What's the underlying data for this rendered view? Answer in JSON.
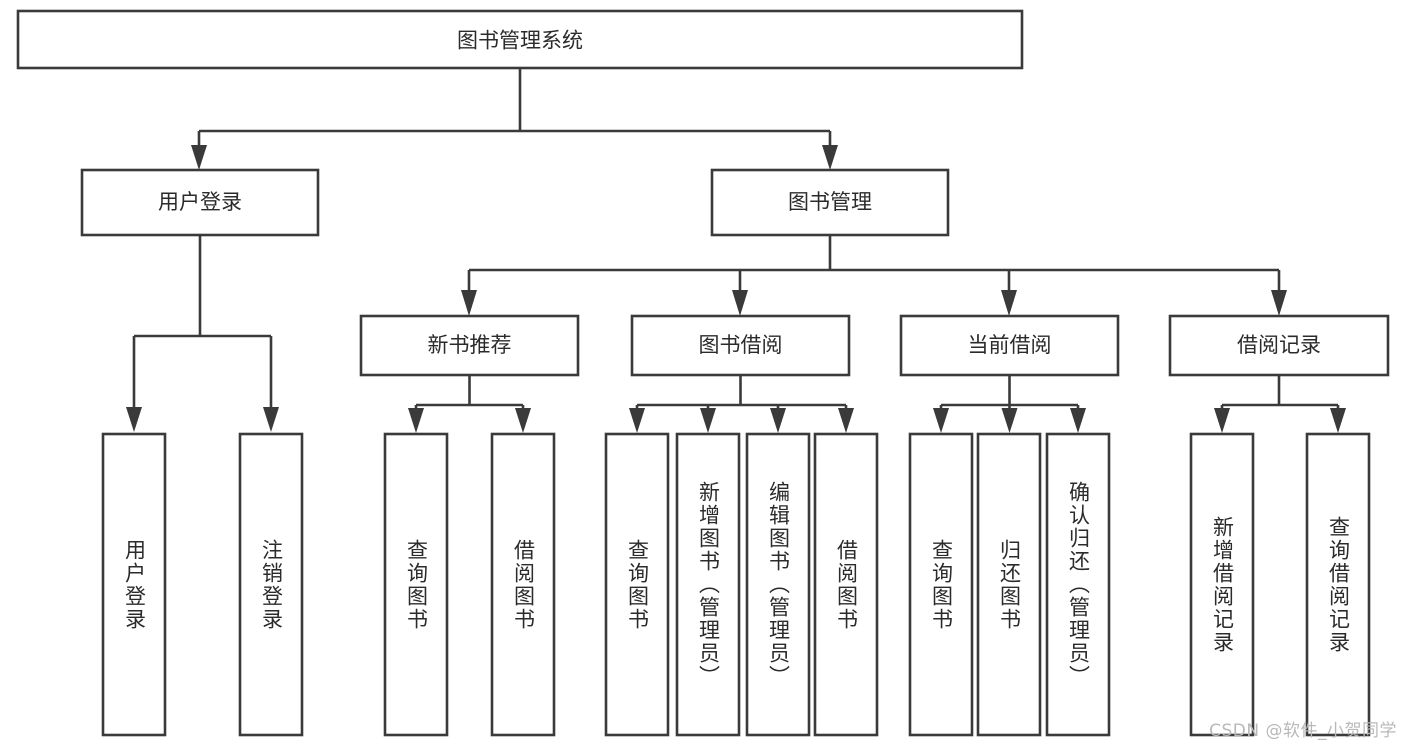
{
  "diagram": {
    "title": "图书管理系统",
    "watermark": "CSDN @软件_小贺同学",
    "colors": {
      "stroke": "#3a3a3a",
      "fill": "#ffffff",
      "text": "#2b2b2b",
      "watermark": "#b9b9b9"
    },
    "root": {
      "label": "图书管理系统"
    },
    "level2": [
      {
        "label": "用户登录"
      },
      {
        "label": "图书管理"
      }
    ],
    "level3": [
      {
        "label": "新书推荐"
      },
      {
        "label": "图书借阅"
      },
      {
        "label": "当前借阅"
      },
      {
        "label": "借阅记录"
      }
    ],
    "leaves": {
      "user_login": [
        {
          "label": "用户登录"
        },
        {
          "label": "注销登录"
        }
      ],
      "new_book": [
        {
          "label": "查询图书"
        },
        {
          "label": "借阅图书"
        }
      ],
      "borrow": [
        {
          "label": "查询图书"
        },
        {
          "label": "新增图书（管理员）"
        },
        {
          "label": "编辑图书（管理员）"
        },
        {
          "label": "借阅图书"
        }
      ],
      "current": [
        {
          "label": "查询图书"
        },
        {
          "label": "归还图书"
        },
        {
          "label": "确认归还（管理员）"
        }
      ],
      "records": [
        {
          "label": "新增借阅记录"
        },
        {
          "label": "查询借阅记录"
        }
      ]
    }
  }
}
